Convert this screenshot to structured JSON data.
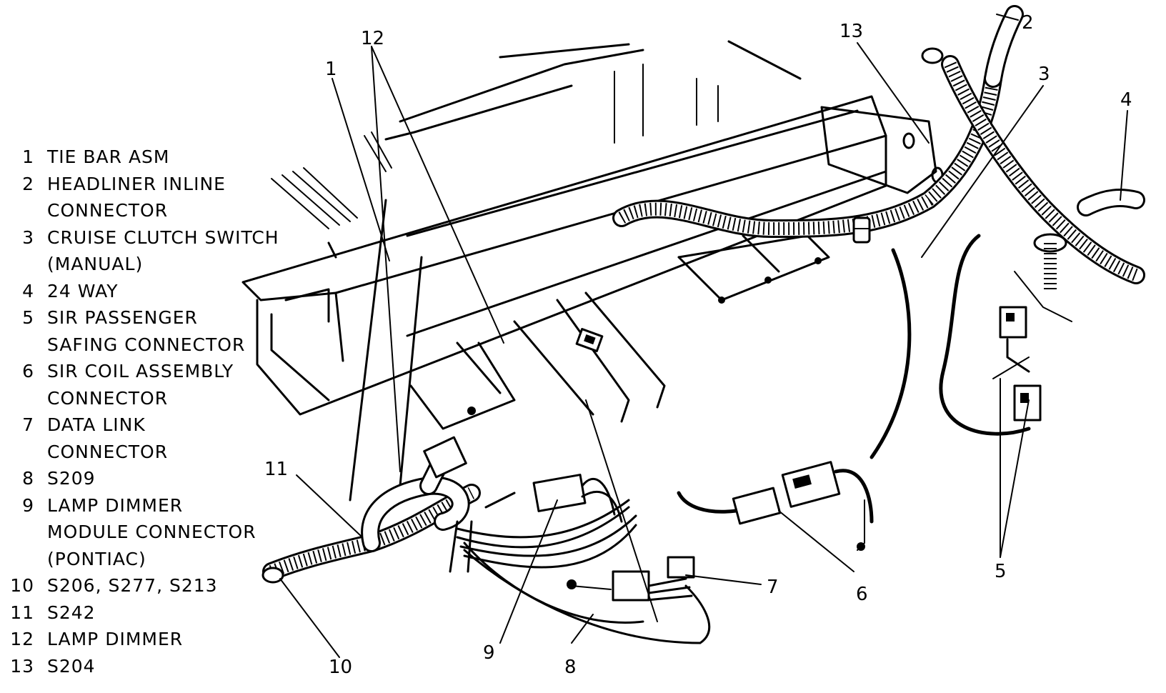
{
  "legend": [
    {
      "num": "1",
      "lines": [
        "TIE BAR ASM"
      ]
    },
    {
      "num": "2",
      "lines": [
        "HEADLINER INLINE",
        "CONNECTOR"
      ]
    },
    {
      "num": "3",
      "lines": [
        "CRUISE CLUTCH SWITCH",
        "(MANUAL)"
      ]
    },
    {
      "num": "4",
      "lines": [
        "24 WAY"
      ]
    },
    {
      "num": "5",
      "lines": [
        "SIR PASSENGER",
        "SAFING CONNECTOR"
      ]
    },
    {
      "num": "6",
      "lines": [
        "SIR COIL ASSEMBLY",
        "CONNECTOR"
      ]
    },
    {
      "num": "7",
      "lines": [
        "DATA LINK",
        "CONNECTOR"
      ]
    },
    {
      "num": "8",
      "lines": [
        "S209"
      ]
    },
    {
      "num": "9",
      "lines": [
        "LAMP DIMMER",
        "MODULE CONNECTOR",
        "(PONTIAC)"
      ]
    },
    {
      "num": "10",
      "lines": [
        "S206, S277, S213"
      ]
    },
    {
      "num": "11",
      "lines": [
        "S242"
      ]
    },
    {
      "num": "12",
      "lines": [
        "LAMP DIMMER"
      ]
    },
    {
      "num": "13",
      "lines": [
        "S204"
      ]
    }
  ],
  "callouts": {
    "c1": "1",
    "c2": "2",
    "c3": "3",
    "c4": "4",
    "c5": "5",
    "c6": "6",
    "c7": "7",
    "c8": "8",
    "c9": "9",
    "c10": "10",
    "c11": "11",
    "c12": "12",
    "c13": "13"
  }
}
